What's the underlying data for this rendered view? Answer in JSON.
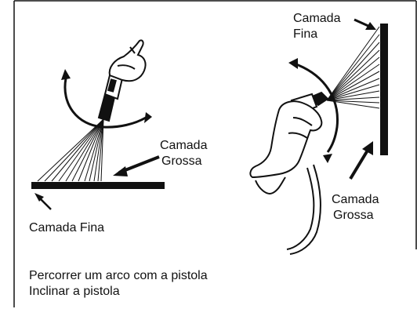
{
  "labels": {
    "left_thick_line1": "Camada",
    "left_thick_line2": "Grossa",
    "left_thin": "Camada Fina",
    "right_thin_line1": "Camada",
    "right_thin_line2": "Fina",
    "right_thick_line1": "Camada",
    "right_thick_line2": "Grossa"
  },
  "captions": {
    "line1": "Percorrer um arco com a pistola",
    "line2": "Inclinar a pistola"
  }
}
